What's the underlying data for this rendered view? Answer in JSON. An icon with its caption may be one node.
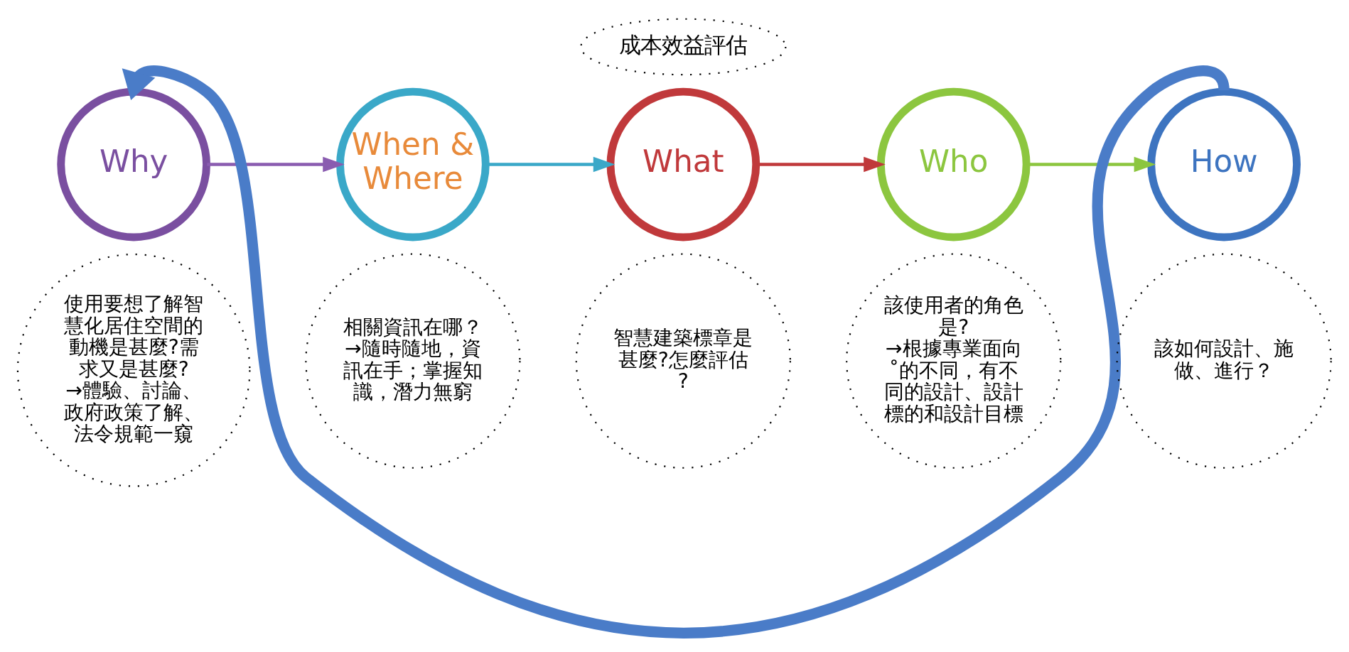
{
  "diagram": {
    "nodes": [
      {
        "text": [
          "成本效益評估"
        ]
      },
      {
        "text": [
          "Why"
        ]
      },
      {
        "text": [
          "When & Where"
        ]
      },
      {
        "text": [
          "What"
        ]
      },
      {
        "text": [
          "Who"
        ]
      },
      {
        "text": [
          "How"
        ]
      },
      {
        "text": [
          "使用要想了解智慧化居住空間的動機是甚麼?需求又是甚麼?",
          "→體驗、討論、政府政策了解、法令規範一窺"
        ]
      },
      {
        "text": [
          "相關資訊在哪？",
          "→隨時隨地，資訊在手；掌握知識，潛力無窮"
        ]
      },
      {
        "text": [
          "智慧建築標章是甚麼?怎麼評估?"
        ]
      },
      {
        "text": [
          "該使用者的角色是?",
          "→根據專業面向˚的不同，有不同的設計、設計標的和設計目標"
        ]
      },
      {
        "text": [
          "該如何設計、施做、進行？"
        ]
      }
    ],
    "edges": [
      {
        "from": 1,
        "to": 2,
        "arrow": "to",
        "color": "#8a5cb0"
      },
      {
        "from": 2,
        "to": 3,
        "arrow": "to",
        "color": "#3aa8c8"
      },
      {
        "from": 3,
        "to": 4,
        "arrow": "to",
        "color": "#c0393b"
      },
      {
        "from": 4,
        "to": 5,
        "arrow": "to",
        "color": "#8cc63f"
      },
      {
        "from": 5,
        "to": 1,
        "arrow": "to",
        "style": "thick",
        "color": "#4a7cc8"
      }
    ]
  }
}
